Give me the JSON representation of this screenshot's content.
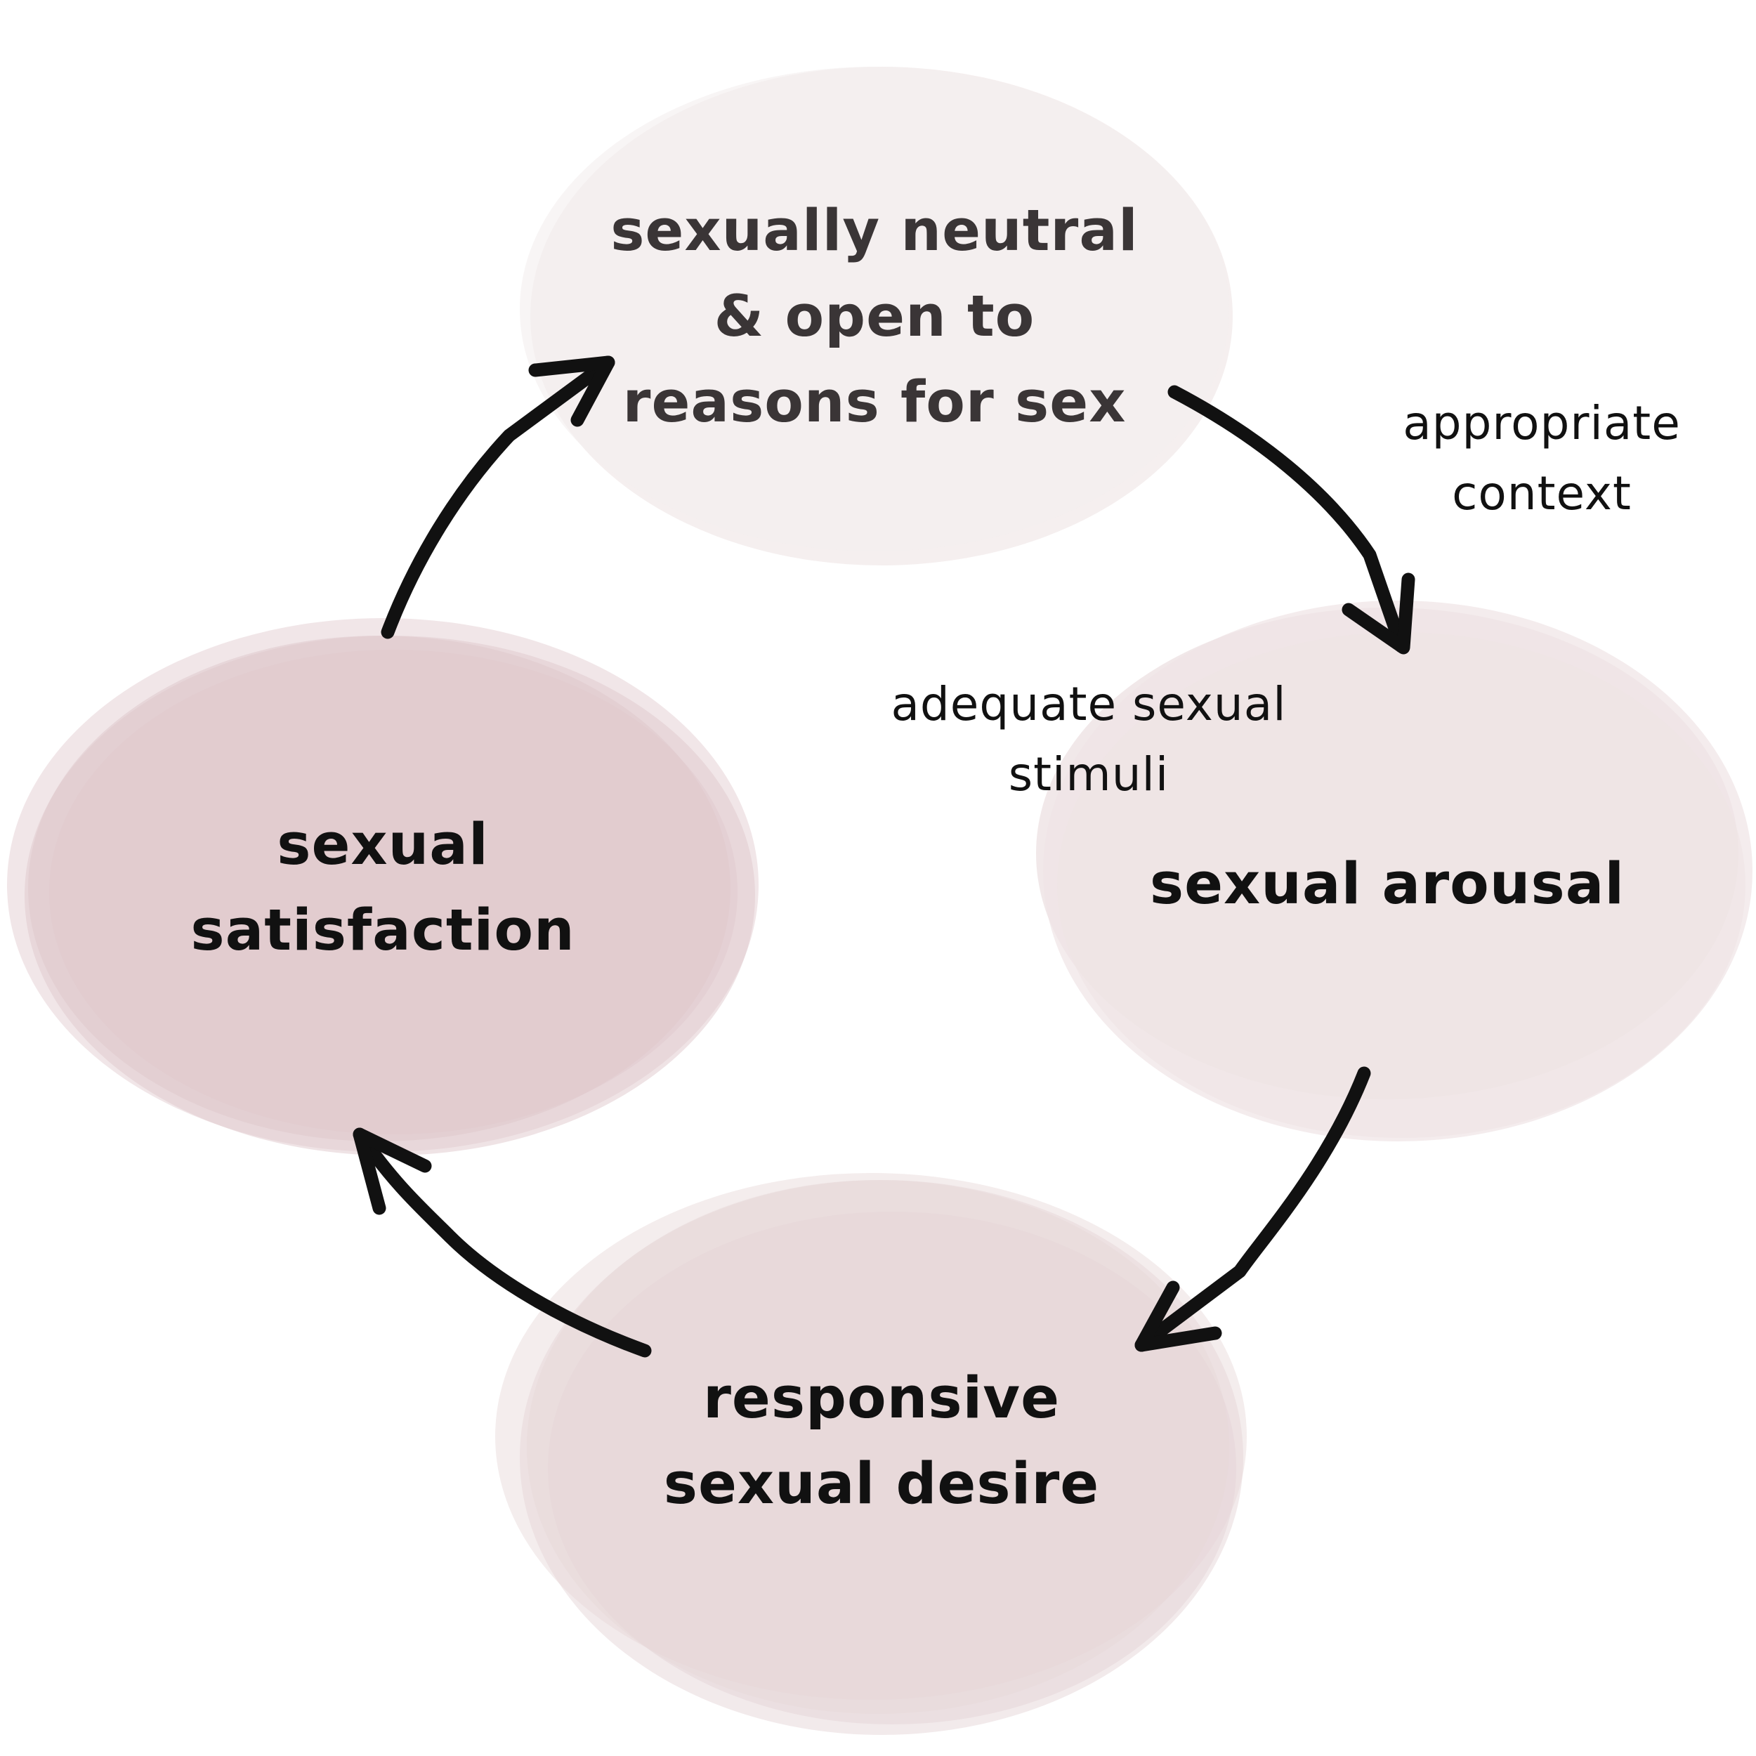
{
  "colors": {
    "background": "#ffffff",
    "node_top_fill": "#f4eeee",
    "node_right_fill": "#efe4e5",
    "node_bottom_fill": "#e6d6d8",
    "node_left_fill": "#dfc8cc",
    "node_top_text": "#3a3536",
    "node_text": "#111111",
    "arrow": "#111111"
  },
  "nodes": {
    "top": {
      "line1": "sexually neutral",
      "line2": "& open to",
      "line3": "reasons for sex"
    },
    "right": {
      "line1": "sexual arousal"
    },
    "bottom": {
      "line1": "responsive",
      "line2": "sexual desire"
    },
    "left": {
      "line1": "sexual",
      "line2": "satisfaction"
    }
  },
  "edge_labels": {
    "top_to_right": {
      "line1": "appropriate",
      "line2": "context"
    },
    "right_inner": {
      "line1": "adequate sexual",
      "line2": "stimuli"
    }
  }
}
